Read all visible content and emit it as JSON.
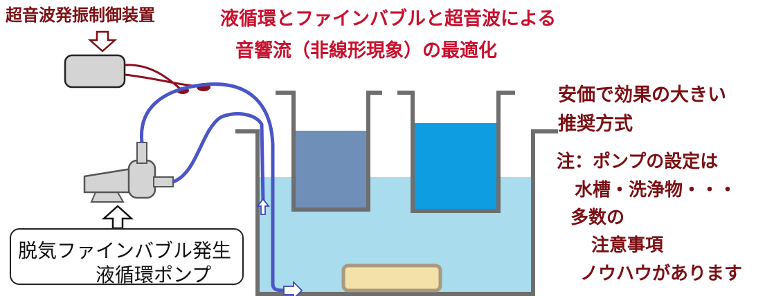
{
  "controller_label": "超音波発振制御装置",
  "title": {
    "line1": "液循環とファインバブルと超音波による",
    "line2": "音響流（非線形現象）の最適化"
  },
  "recommend": {
    "line1": "安価で効果の大きい",
    "line2": "推奨方式"
  },
  "note": {
    "line1": "注：ポンプの設定は",
    "line2": "水槽・洗浄物・・・",
    "line3": "多数の",
    "line4": "注意事項",
    "line5": "ノウハウがあります"
  },
  "pump_label": {
    "line1": "脱気ファインバブル発生",
    "line2": "液循環ポンプ"
  },
  "colors": {
    "red_text": "#c8102e",
    "dark_red_text": "#7a0f14",
    "pipe": "#4a56c6",
    "water": "#a9dced",
    "inner_tank_left": "#6f8fb8",
    "inner_tank_right": "#0e9de0",
    "tank_wall": "#6e6e6e",
    "part_tray": "#f3e1a9"
  }
}
